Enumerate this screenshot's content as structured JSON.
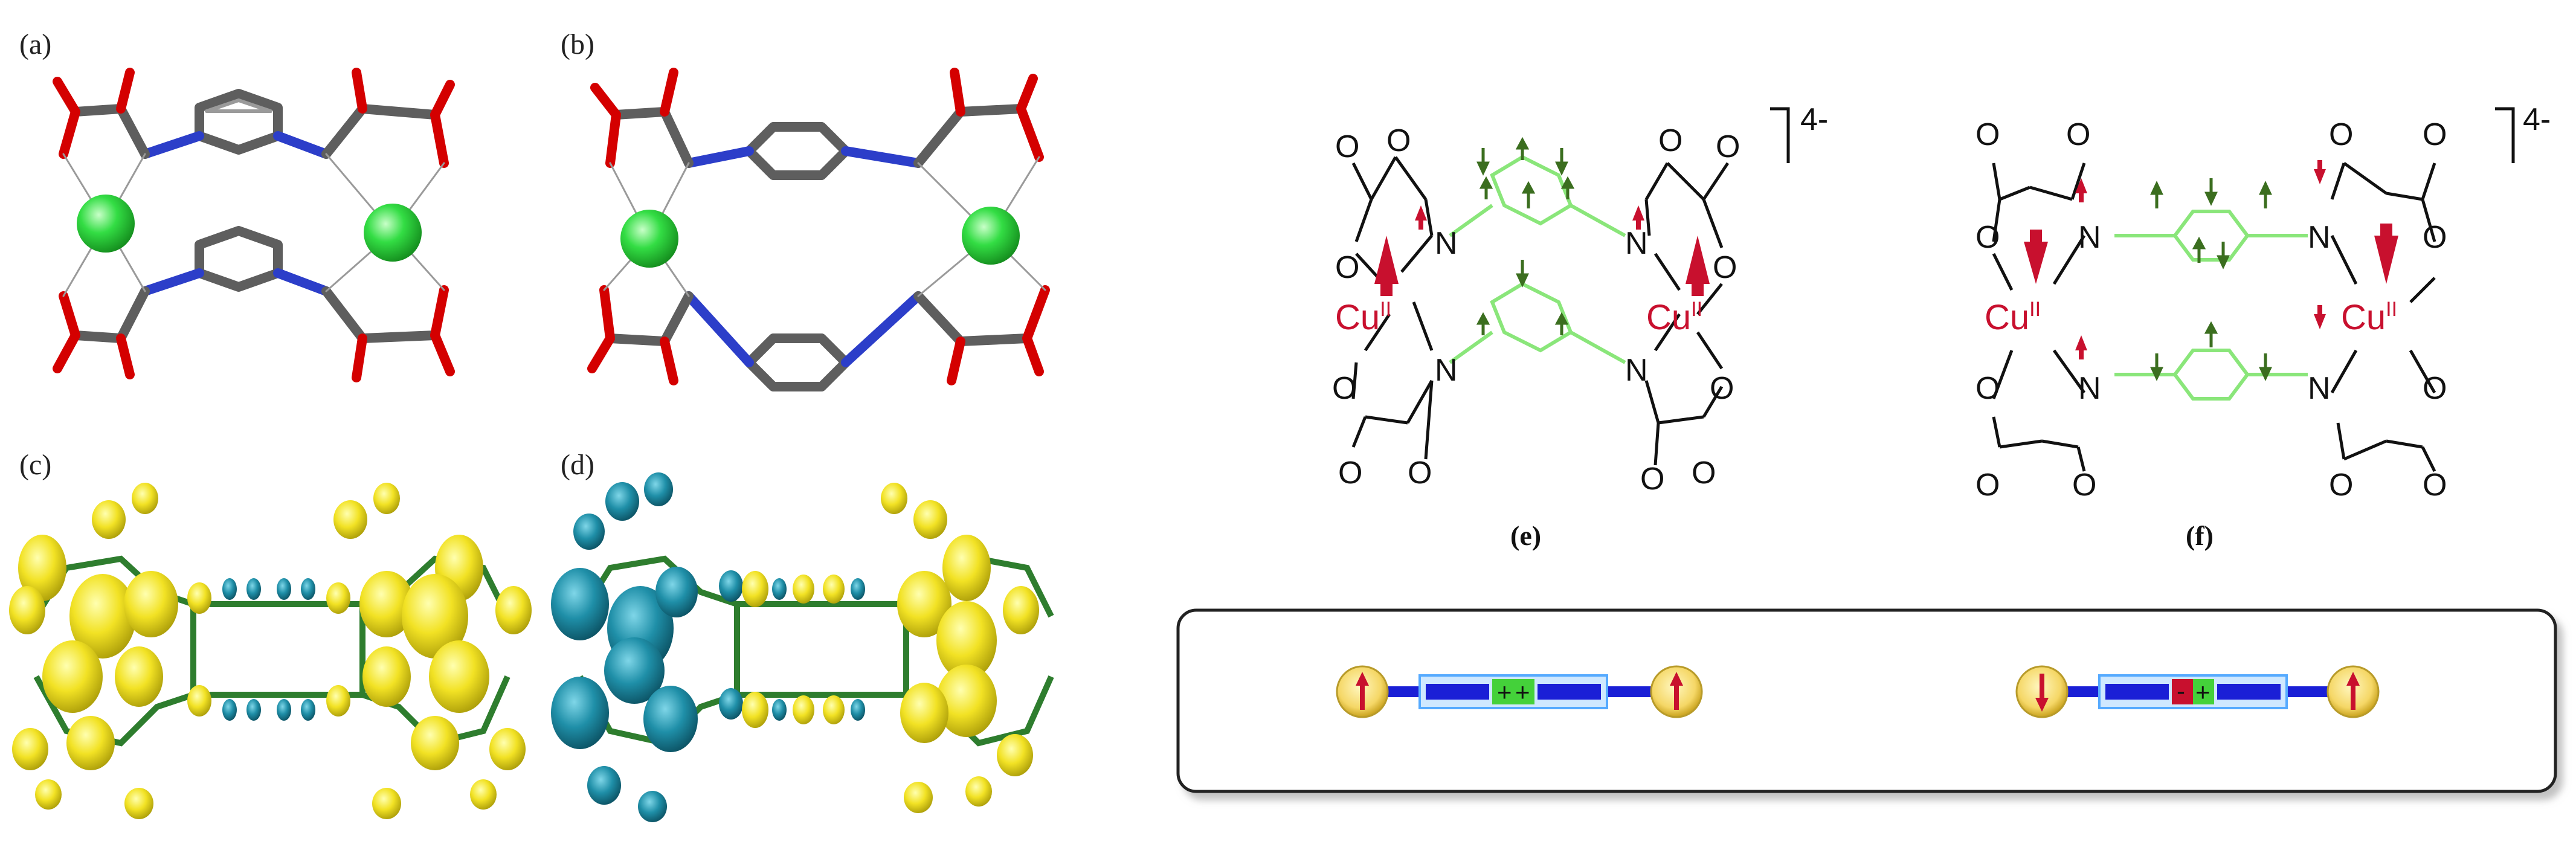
{
  "panels": {
    "a": {
      "label": "(a)"
    },
    "b": {
      "label": "(b)"
    },
    "c": {
      "label": "(c)"
    },
    "d": {
      "label": "(d)"
    },
    "e": {
      "caption": "(e)",
      "charge": "4-"
    },
    "f": {
      "caption": "(f)",
      "charge": "4-"
    }
  },
  "atoms": {
    "oxygen": "O",
    "nitrogen": "N",
    "copper": "Cu",
    "copper_ox": "II"
  },
  "scheme": {
    "left_spin_signs": [
      "+",
      "+"
    ],
    "right_spin_signs": [
      "-",
      "+"
    ]
  },
  "colors": {
    "copper_sphere": "#2ecc40",
    "spin_up_yellow": "#f2e224",
    "spin_down_teal": "#1f8fa8",
    "bond_carbon": "#5e5e5e",
    "bond_oxygen": "#d40000",
    "bond_nitrogen": "#2c3ec9",
    "ring_green": "#8ae67a",
    "arrow_red": "#c8102e",
    "arrow_green": "#3b6e1f",
    "scheme_blue": "#1a1fd6",
    "scheme_box": "#55aaff"
  }
}
